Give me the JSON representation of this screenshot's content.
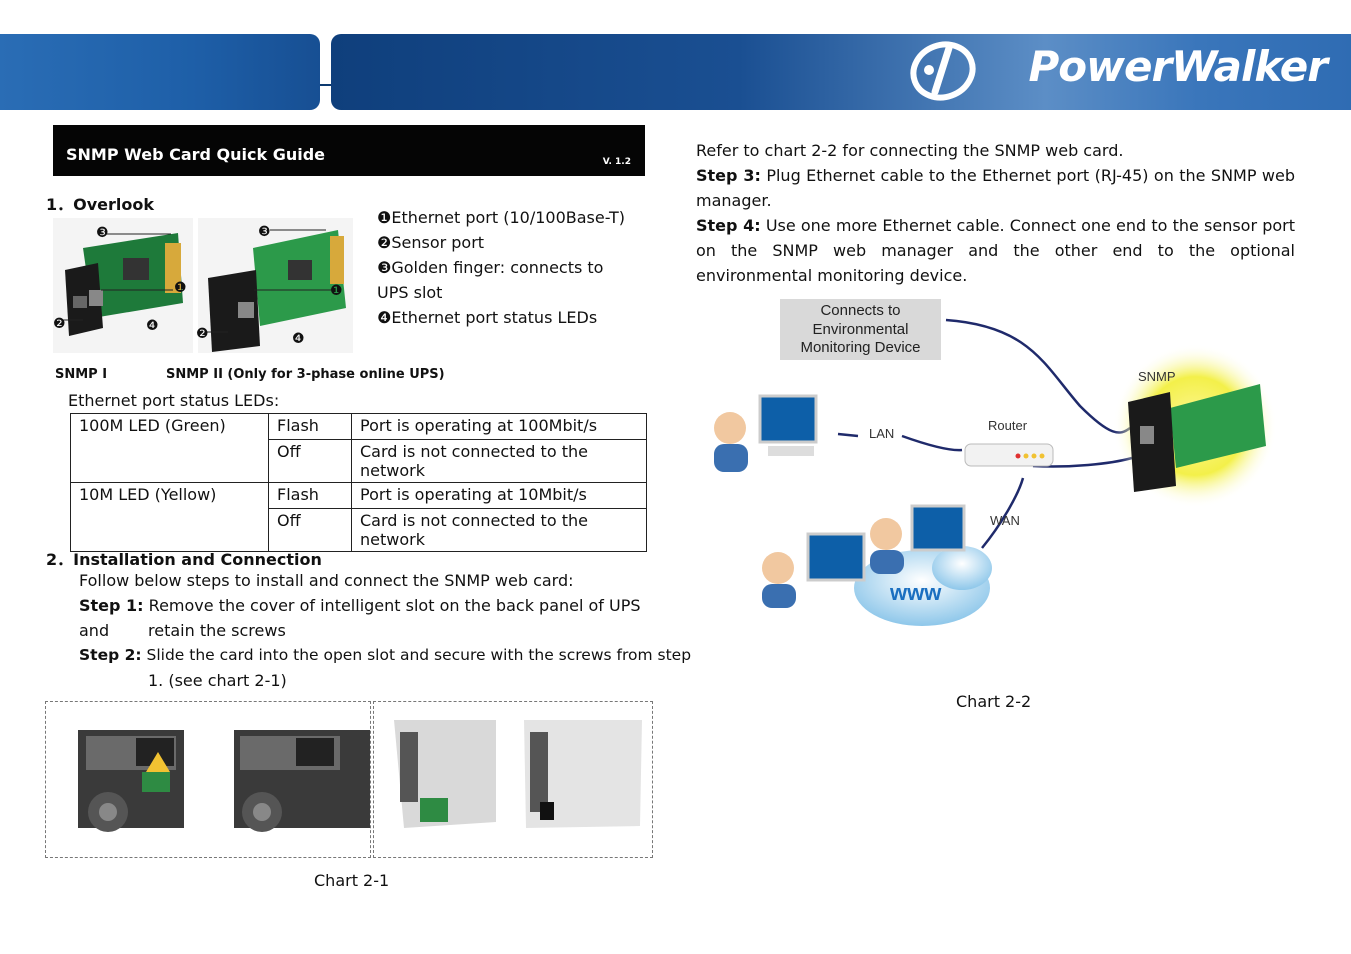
{
  "header": {
    "brand": "PowerWalker"
  },
  "title": {
    "text": "SNMP Web Card Quick Guide",
    "version": "V. 1.2"
  },
  "overlook": {
    "heading": "1．Overlook",
    "legend": [
      "❶Ethernet port (10/100Base-T)",
      "❷Sensor port",
      "❸Golden finger: connects to",
      "UPS slot",
      "❹Ethernet port status LEDs"
    ],
    "card_labels": {
      "snmp1": "SNMP I",
      "snmp2": "SNMP II (Only for 3-phase online UPS)"
    },
    "callouts": {
      "one": "❶",
      "two": "❷",
      "three": "❸",
      "four": "❹"
    }
  },
  "led": {
    "caption": "Ethernet port status LEDs:",
    "rows": [
      {
        "led": "100M LED (Green)",
        "state1": "Flash",
        "desc1": "Port is operating at 100Mbit/s",
        "state2": "Off",
        "desc2": "Card is not connected to the network"
      },
      {
        "led": "10M LED (Yellow)",
        "state1": "Flash",
        "desc1": "Port is operating at 10Mbit/s",
        "state2": "Off",
        "desc2": "Card is not connected to the network"
      }
    ]
  },
  "install": {
    "heading": "2．Installation and Connection",
    "intro": "Follow below steps to install and connect the SNMP web card:",
    "step1_label": "Step 1:",
    "step1_line1": "Remove the cover of intelligent slot on the back panel of UPS and",
    "step1_line2": "retain the screws",
    "step2_label": "Step 2:",
    "step2_line1": "Slide the card into the open slot and secure with the screws from step",
    "step2_line2": "1. (see chart 2-1)",
    "chart_caption": "Chart 2-1"
  },
  "right": {
    "refer": "Refer to chart 2-2 for connecting the SNMP web card.",
    "step3_label": "Step 3:",
    "step3_text": "Plug Ethernet cable to the Ethernet port (RJ-45) on the SNMP web manager.",
    "step4_label": "Step 4:",
    "step4_text": "Use one more Ethernet cable. Connect one end to the sensor port on the SNMP web manager and the other end to the optional environmental monitoring device.",
    "diagram": {
      "env_line1": "Connects to",
      "env_line2": "Environmental",
      "env_line3": "Monitoring Device",
      "snmp": "SNMP",
      "lan": "LAN",
      "router": "Router",
      "wan": "WAN",
      "www": "www"
    },
    "chart_caption": "Chart 2-2"
  }
}
